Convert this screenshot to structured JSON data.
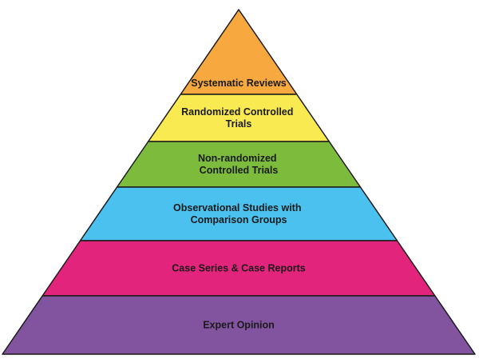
{
  "diagram": {
    "type": "pyramid",
    "outline_color": "#1a1a1a",
    "tiers": [
      {
        "lines": [
          "Systematic Reviews"
        ],
        "color": "#f7a83e"
      },
      {
        "lines": [
          "Randomized Controlled",
          "Trials"
        ],
        "color": "#f9ea52"
      },
      {
        "lines": [
          "Non-randomized",
          "Controlled Trials"
        ],
        "color": "#7dbb3c"
      },
      {
        "lines": [
          "Observational Studies with",
          "Comparison Groups"
        ],
        "color": "#4ac1ee"
      },
      {
        "lines": [
          "Case Series & Case Reports"
        ],
        "color": "#e2247d"
      },
      {
        "lines": [
          "Expert Opinion"
        ],
        "color": "#82549f"
      }
    ]
  }
}
